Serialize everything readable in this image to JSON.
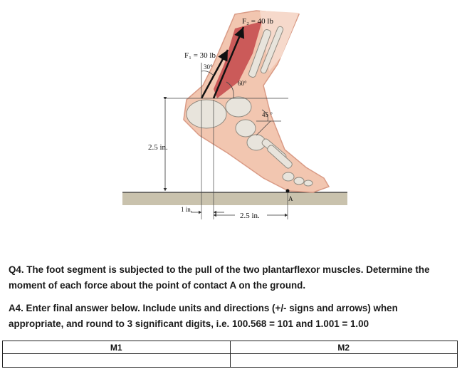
{
  "figure": {
    "f2_label": "F₂ = 40 lb",
    "f1_label": "F₁ = 30 lb",
    "angle_30": "30°",
    "angle_60": "60°",
    "angle_45": "45 °",
    "dim_height": "2.5 in.",
    "dim_1in": "1 in.",
    "dim_25in": "2.5 in.",
    "point_a": "A",
    "colors": {
      "skin": "#f2c6b0",
      "bone": "#e8e4dc",
      "muscle": "#c4474a",
      "ground": "#c9c2ad"
    }
  },
  "question": "Q4. The foot segment is subjected to the pull of the two plantarflexor muscles. Determine the moment of each force about the point of contact A on the ground.",
  "instructions": "A4. Enter final answer below. Include units and directions (+/- signs and arrows) when appropriate, and round to 3 significant digits, i.e. 100.568 = 101 and 1.001 = 1.00",
  "answer_table": {
    "headers": [
      "M1",
      "M2"
    ]
  }
}
